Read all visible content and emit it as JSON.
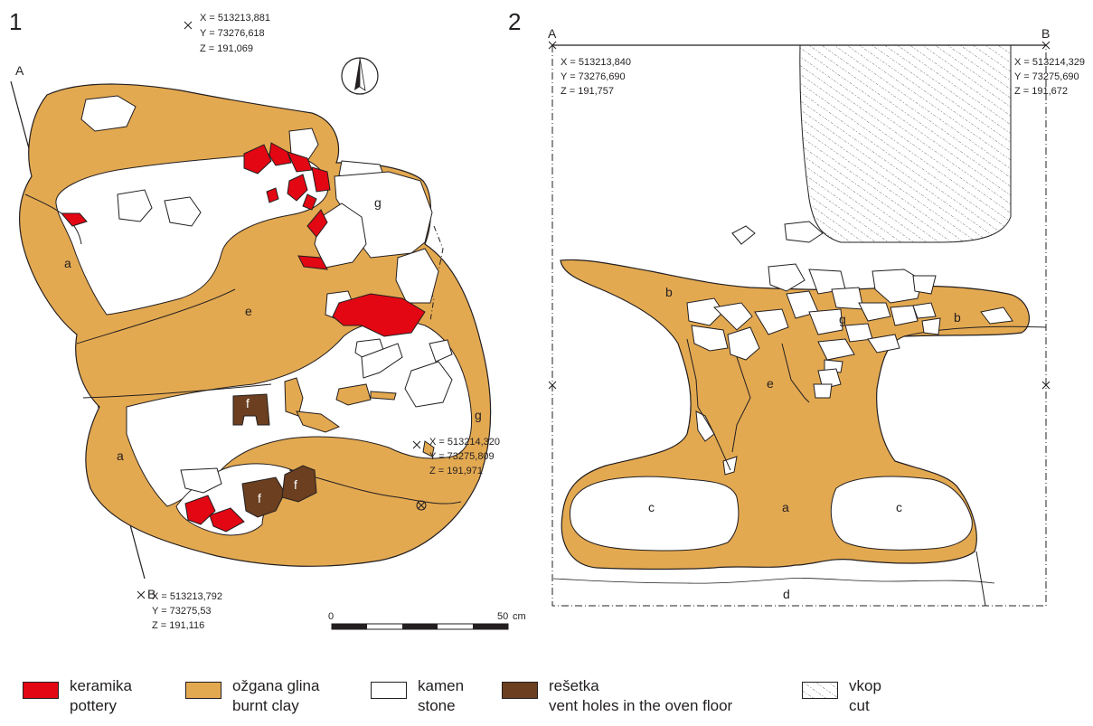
{
  "panels": {
    "left": {
      "number": "1",
      "point_A": "A",
      "point_B": "B",
      "coord_top": {
        "x": "X = 513213,881",
        "y": "Y = 73276,618",
        "z": "Z = 191,069"
      },
      "coord_mid": {
        "x": "X = 513214,320",
        "y": "Y = 73275,809",
        "z": "Z = 191,971"
      },
      "coord_bottom": {
        "x": "X = 513213,792",
        "y": "Y = 73275,53",
        "z": "Z = 191,116"
      },
      "labels": {
        "a1": "a",
        "a2": "a",
        "e": "e",
        "g1": "g",
        "g2": "g",
        "f1": "f",
        "f2": "f",
        "f3": "f"
      }
    },
    "right": {
      "number": "2",
      "point_A": "A",
      "point_B": "B",
      "coord_A": {
        "x": "X = 513213,840",
        "y": "Y = 73276,690",
        "z": "Z = 191,757"
      },
      "coord_B": {
        "x": "X = 513214,329",
        "y": "Y = 73275,690",
        "z": "Z = 191,672"
      },
      "labels": {
        "b1": "b",
        "b2": "b",
        "g": "g",
        "e": "e",
        "a": "a",
        "c1": "c",
        "c2": "c",
        "d": "d"
      }
    }
  },
  "scale_bar": {
    "start": "0",
    "end": "50",
    "unit": "cm"
  },
  "legend": [
    {
      "label": "keramika",
      "sublabel": "pottery",
      "color": "#e30613",
      "pattern": "solid"
    },
    {
      "label": "ožgana glina",
      "sublabel": "burnt clay",
      "color": "#e3a951",
      "pattern": "solid"
    },
    {
      "label": "kamen",
      "sublabel": "stone",
      "color": "#ffffff",
      "pattern": "solid"
    },
    {
      "label": "rešetka",
      "sublabel": "vent holes in the oven floor",
      "color": "#6b3f1f",
      "pattern": "solid"
    },
    {
      "label": "vkop",
      "sublabel": "cut",
      "color": "#ffffff",
      "pattern": "dotted-hatch"
    }
  ],
  "colors": {
    "pottery": "#e30613",
    "clay": "#e3a951",
    "stone": "#ffffff",
    "vent": "#6b3f1f",
    "line": "#231f20"
  }
}
